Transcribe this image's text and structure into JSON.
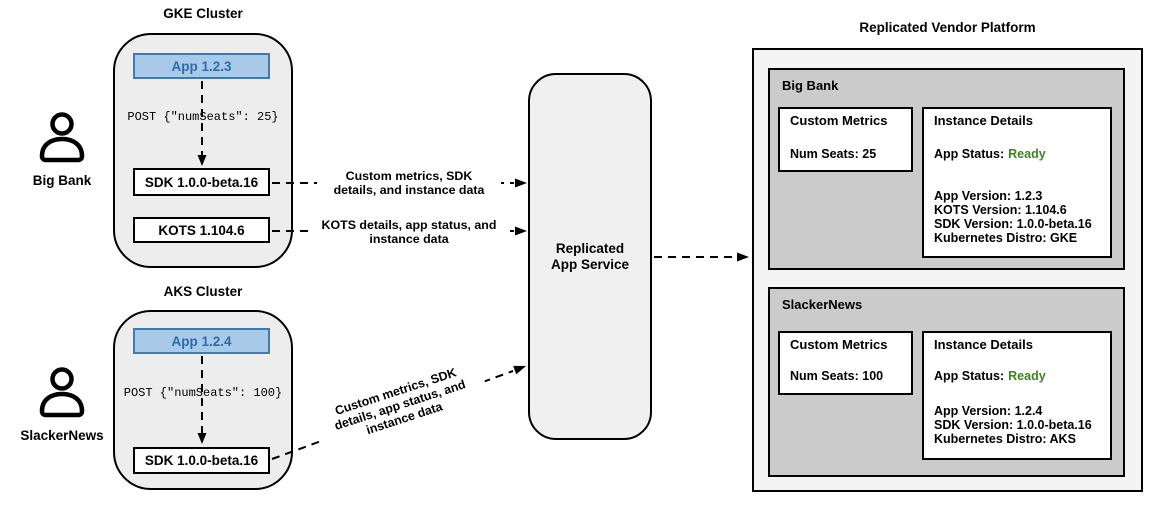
{
  "colors": {
    "cluster_fill": "#ededed",
    "service_fill": "#f0f0f0",
    "platform_fill": "#f4f4f4",
    "section_fill": "#cbcbcb",
    "app_fill": "#a8c9e8",
    "app_border": "#3d7ab8",
    "app_text": "#2a6cae",
    "status_ready_green": "#38871d",
    "line": "#000000"
  },
  "actors": {
    "big_bank": {
      "label": "Big Bank"
    },
    "slackernews": {
      "label": "SlackerNews"
    }
  },
  "clusters": {
    "gke": {
      "title": "GKE Cluster",
      "app_label": "App 1.2.3",
      "post_label": "POST {\"numSeats\": 25}",
      "sdk_label": "SDK 1.0.0-beta.16",
      "kots_label": "KOTS 1.104.6"
    },
    "aks": {
      "title": "AKS Cluster",
      "app_label": "App 1.2.4",
      "post_label": "POST {\"numSeats\": 100}",
      "sdk_label": "SDK 1.0.0-beta.16"
    }
  },
  "service": {
    "line1": "Replicated",
    "line2": "App Service"
  },
  "edges": {
    "sdk_to_service": "Custom metrics, SDK\ndetails, and instance data",
    "kots_to_service": "KOTS details, app status, and\ninstance data",
    "aks_sdk_to_service": "Custom metrics, SDK\ndetails, app status, and\ninstance data"
  },
  "platform": {
    "title": "Replicated Vendor Platform",
    "sections": [
      {
        "name": "Big Bank",
        "custom_metrics_title": "Custom Metrics",
        "num_seats": "Num Seats: 25",
        "instance_details_title": "Instance Details",
        "app_status_label": "App Status:",
        "app_status_value": "Ready",
        "detail_lines": [
          "App Version: 1.2.3",
          "KOTS Version: 1.104.6",
          "SDK Version: 1.0.0-beta.16",
          "Kubernetes Distro: GKE"
        ]
      },
      {
        "name": "SlackerNews",
        "custom_metrics_title": "Custom Metrics",
        "num_seats": "Num Seats: 100",
        "instance_details_title": "Instance Details",
        "app_status_label": "App Status:",
        "app_status_value": "Ready",
        "detail_lines": [
          "App Version: 1.2.4",
          "SDK Version: 1.0.0-beta.16",
          "Kubernetes Distro: AKS"
        ]
      }
    ]
  }
}
